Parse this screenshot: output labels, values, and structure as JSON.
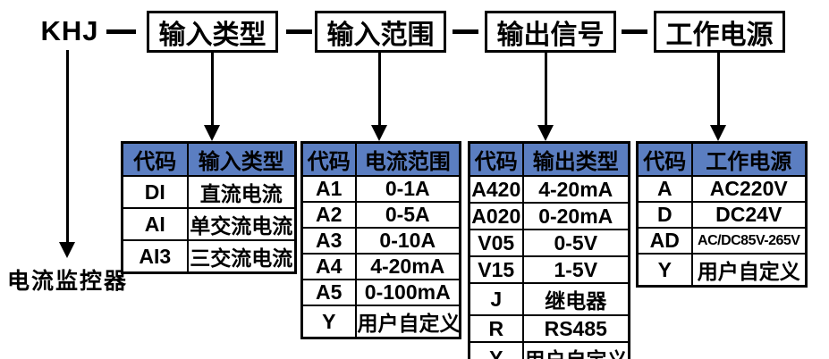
{
  "diagram": {
    "model_code": "KHJ",
    "model_label": "电流监控器",
    "top_boxes": [
      "输入类型",
      "输入范围",
      "输出信号",
      "工作电源"
    ]
  },
  "tables": [
    {
      "name": "input-type",
      "headers": [
        "代码",
        "输入类型"
      ],
      "rows": [
        [
          "DI",
          "直流电流"
        ],
        [
          "AI",
          "单交流电流"
        ],
        [
          "AI3",
          "三交流电流"
        ]
      ]
    },
    {
      "name": "current-range",
      "headers": [
        "代码",
        "电流范围"
      ],
      "rows": [
        [
          "A1",
          "0-1A"
        ],
        [
          "A2",
          "0-5A"
        ],
        [
          "A3",
          "0-10A"
        ],
        [
          "A4",
          "4-20mA"
        ],
        [
          "A5",
          "0-100mA"
        ],
        [
          "Y",
          "用户自定义"
        ]
      ]
    },
    {
      "name": "output-type",
      "headers": [
        "代码",
        "输出类型"
      ],
      "rows": [
        [
          "A420",
          "4-20mA"
        ],
        [
          "A020",
          "0-20mA"
        ],
        [
          "V05",
          "0-5V"
        ],
        [
          "V15",
          "1-5V"
        ],
        [
          "J",
          "继电器"
        ],
        [
          "R",
          "RS485"
        ],
        [
          "Y",
          "用户自定义"
        ]
      ]
    },
    {
      "name": "power-supply",
      "headers": [
        "代码",
        "工作电源"
      ],
      "rows": [
        [
          "A",
          "AC220V"
        ],
        [
          "D",
          "DC24V"
        ],
        [
          "AD",
          "AC/DC85V-265V"
        ],
        [
          "Y",
          "用户自定义"
        ]
      ]
    }
  ],
  "colors": {
    "header_bg": "#5b7ec1",
    "border": "#000000",
    "background": "#ffffff"
  }
}
